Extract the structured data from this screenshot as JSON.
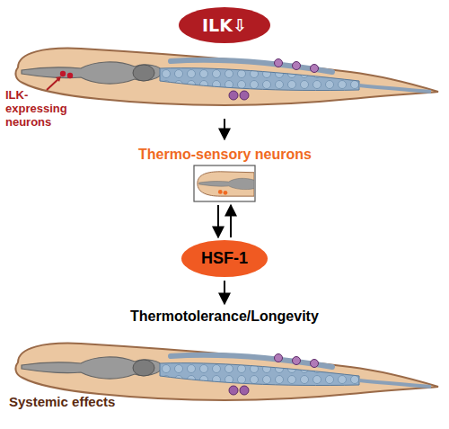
{
  "diagram": {
    "nodes": [
      {
        "text": [
          "ILK⇩"
        ]
      },
      {
        "text": [
          "Thermo-sensory neurons"
        ]
      },
      {
        "text": [
          "HSF-1"
        ]
      },
      {
        "text": [
          "Thermotolerance/Longevity"
        ]
      }
    ],
    "edges": [
      {
        "from": 1,
        "to": 2,
        "arrow": "to"
      },
      {
        "from": 2,
        "to": 1,
        "arrow": "to"
      },
      {
        "from": 2,
        "to": 3,
        "arrow": "to"
      }
    ],
    "labels": [
      "ILK-expressing neurons",
      "Systemic effects"
    ]
  }
}
